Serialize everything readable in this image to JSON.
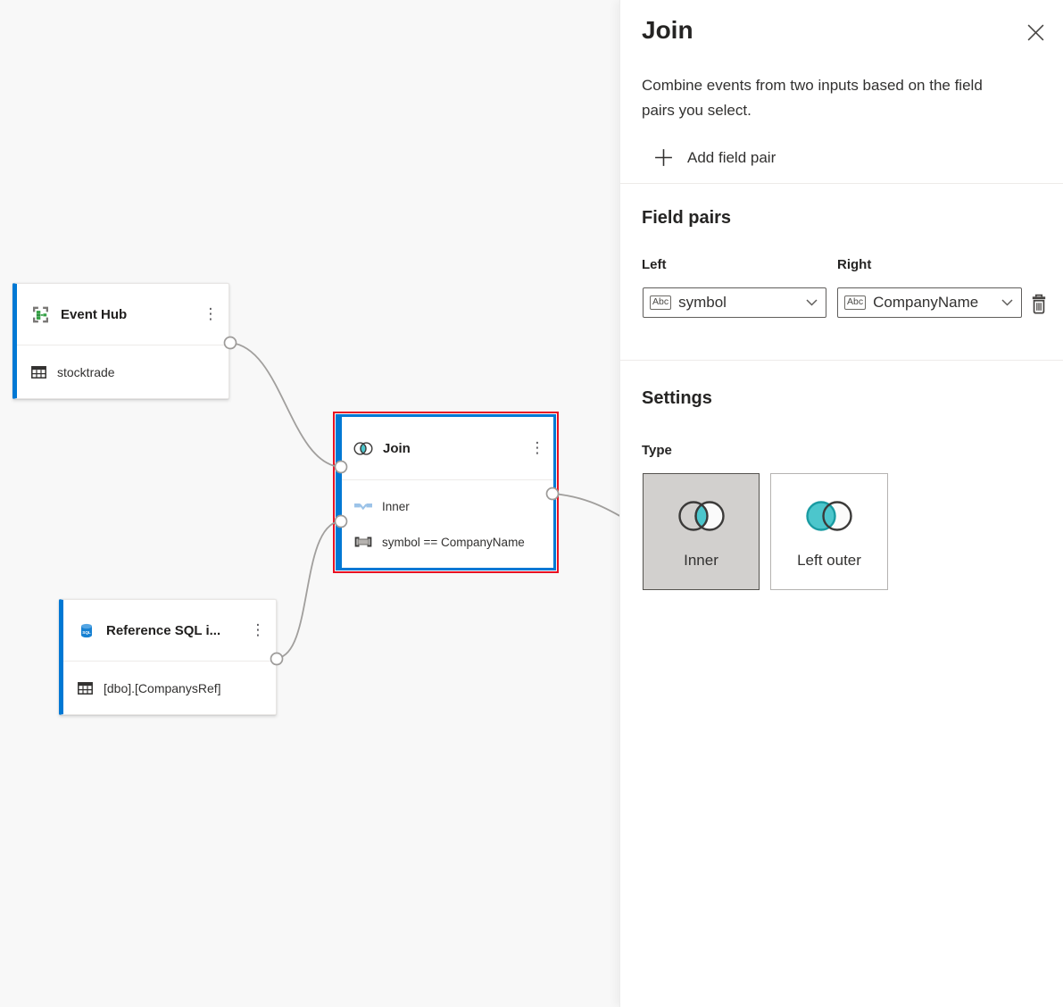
{
  "colors": {
    "accent_blue": "#0078d4",
    "selection_red": "#e81123",
    "venn_teal_fill": "#4cc6cc",
    "venn_teal_stroke": "#199ba2",
    "canvas_background": "#f8f8f8"
  },
  "icons": {
    "more_options_glyph": "⋮"
  },
  "canvas": {
    "nodes": {
      "event_hub": {
        "title": "Event Hub",
        "table": "stocktrade"
      },
      "join": {
        "title": "Join",
        "type": "Inner",
        "condition": "symbol == CompanyName"
      },
      "reference_sql": {
        "title": "Reference SQL i...",
        "table": "[dbo].[CompanysRef]"
      }
    }
  },
  "panel": {
    "title": "Join",
    "description": "Combine events from two inputs based on the field pairs you select.",
    "add_field_pair": "Add field pair",
    "field_pairs": {
      "heading": "Field pairs",
      "left_label": "Left",
      "right_label": "Right",
      "left_value": "symbol",
      "right_value": "CompanyName",
      "type_badge": "Abc"
    },
    "settings": {
      "heading": "Settings",
      "type_label": "Type",
      "options": [
        {
          "label": "Inner",
          "selected": true
        },
        {
          "label": "Left outer",
          "selected": false
        }
      ]
    }
  }
}
